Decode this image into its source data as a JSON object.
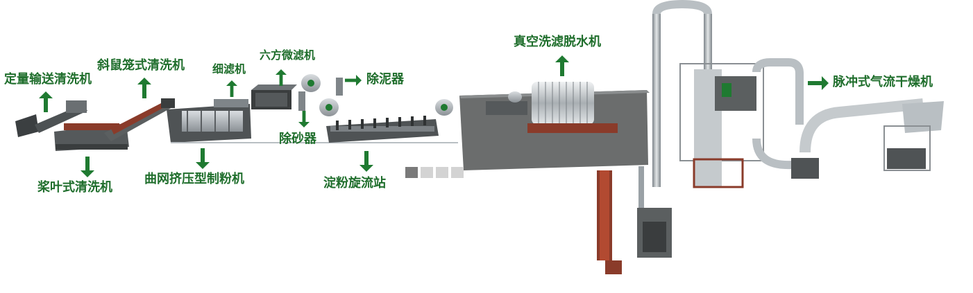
{
  "colors": {
    "label_green": "#1f6e2c",
    "arrow_green": "#1f7a31",
    "machine_gray": "#5b5f60",
    "machine_dark": "#3a3d3e",
    "platform_gray": "#6b6d6d",
    "rust_red": "#8a3b2a",
    "steel": "#b9bfc3",
    "pipe": "#9aa1a6"
  },
  "labels": {
    "quant_washer": "定量输送清洗机",
    "cage_washer": "斜鼠笼式清洗机",
    "fine_filter": "细滤机",
    "hex_filter": "六方微滤机",
    "mud_remover": "除泥器",
    "sand_remover": "除砂器",
    "vacuum_dewater": "真空洗滤脱水机",
    "pulse_dryer": "脉冲式气流干燥机",
    "paddle_washer": "桨叶式清洗机",
    "mesh_press": "曲网挤压型制粉机",
    "cyclone_station": "淀粉旋流站"
  },
  "pager": {
    "dots": 4,
    "active": 0,
    "active_color": "#7a7a7a",
    "inactive_color": "#d3d3d3"
  }
}
